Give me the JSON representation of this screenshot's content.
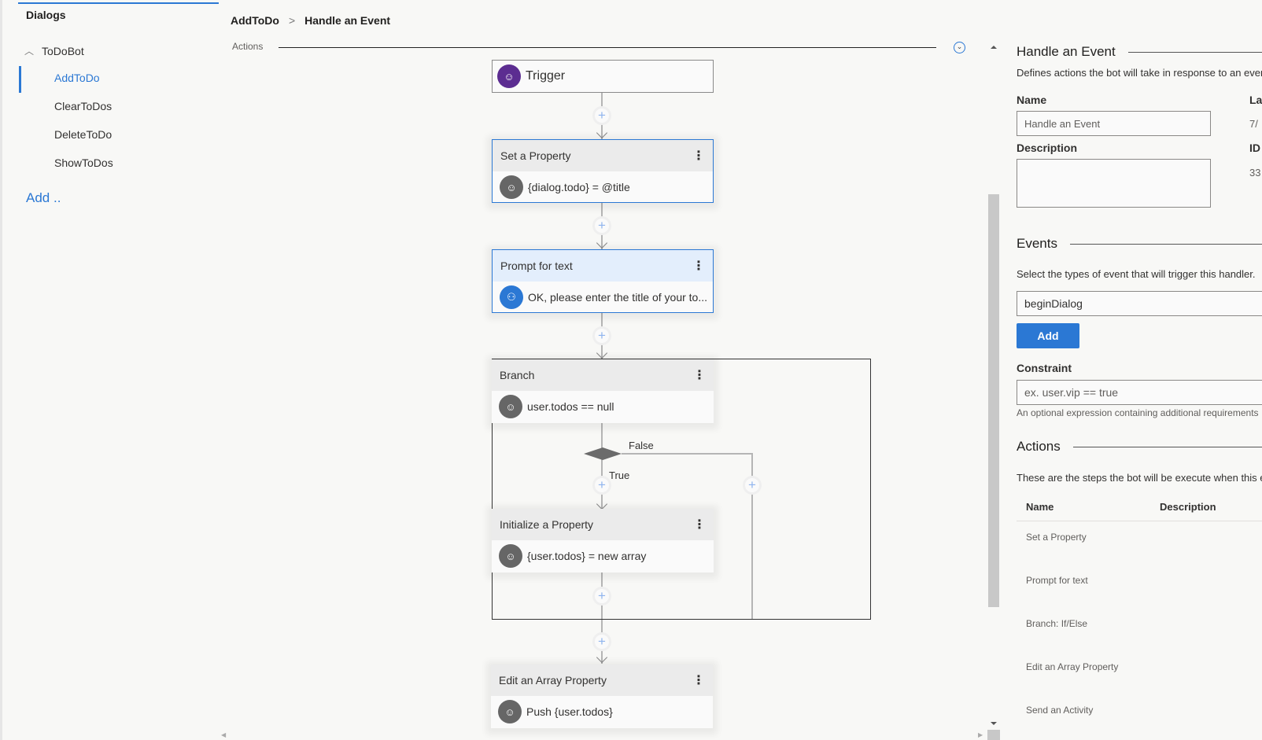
{
  "sidebar": {
    "title": "Dialogs",
    "root": "ToDoBot",
    "items": [
      {
        "label": "AddToDo",
        "active": true
      },
      {
        "label": "ClearToDos"
      },
      {
        "label": "DeleteToDo"
      },
      {
        "label": "ShowToDos"
      }
    ],
    "add_label": "Add .."
  },
  "breadcrumb": {
    "parent": "AddToDo",
    "current": "Handle an Event"
  },
  "canvas": {
    "section_label": "Actions",
    "trigger": "Trigger",
    "nodes": [
      {
        "title": "Set a Property",
        "body": "{dialog.todo} = @title"
      },
      {
        "title": "Prompt for text",
        "body": "OK, please enter the title of your to..."
      },
      {
        "title": "Branch",
        "body": "user.todos == null"
      },
      {
        "title": "Initialize a Property",
        "body": "{user.todos} = new array"
      },
      {
        "title": "Edit an Array Property",
        "body": "Push {user.todos}"
      }
    ],
    "branch_false": "False",
    "branch_true": "True"
  },
  "panel": {
    "title": "Handle an Event",
    "description": "Defines actions the bot will take in response to an event.",
    "name_label": "Name",
    "name_value": "Handle an Event",
    "last_label": "La",
    "last_value": "7/",
    "id_label": "ID",
    "id_value": "33",
    "description_label": "Description",
    "events_title": "Events",
    "events_help": "Select the types of event that will trigger this handler.",
    "event_value": "beginDialog",
    "add_button": "Add",
    "constraint_label": "Constraint",
    "constraint_placeholder": "ex. user.vip == true",
    "constraint_help": "An optional expression containing additional requirements",
    "actions_title": "Actions",
    "actions_help": "These are the steps the bot will be execute when this event fires.",
    "table_headers": [
      "Name",
      "Description"
    ],
    "table_rows": [
      "Set a Property",
      "Prompt for text",
      "Branch: If/Else",
      "Edit an Array Property",
      "Send an Activity"
    ]
  },
  "colors": {
    "accent": "#2b78d4",
    "trigger": "#5c2d91"
  }
}
